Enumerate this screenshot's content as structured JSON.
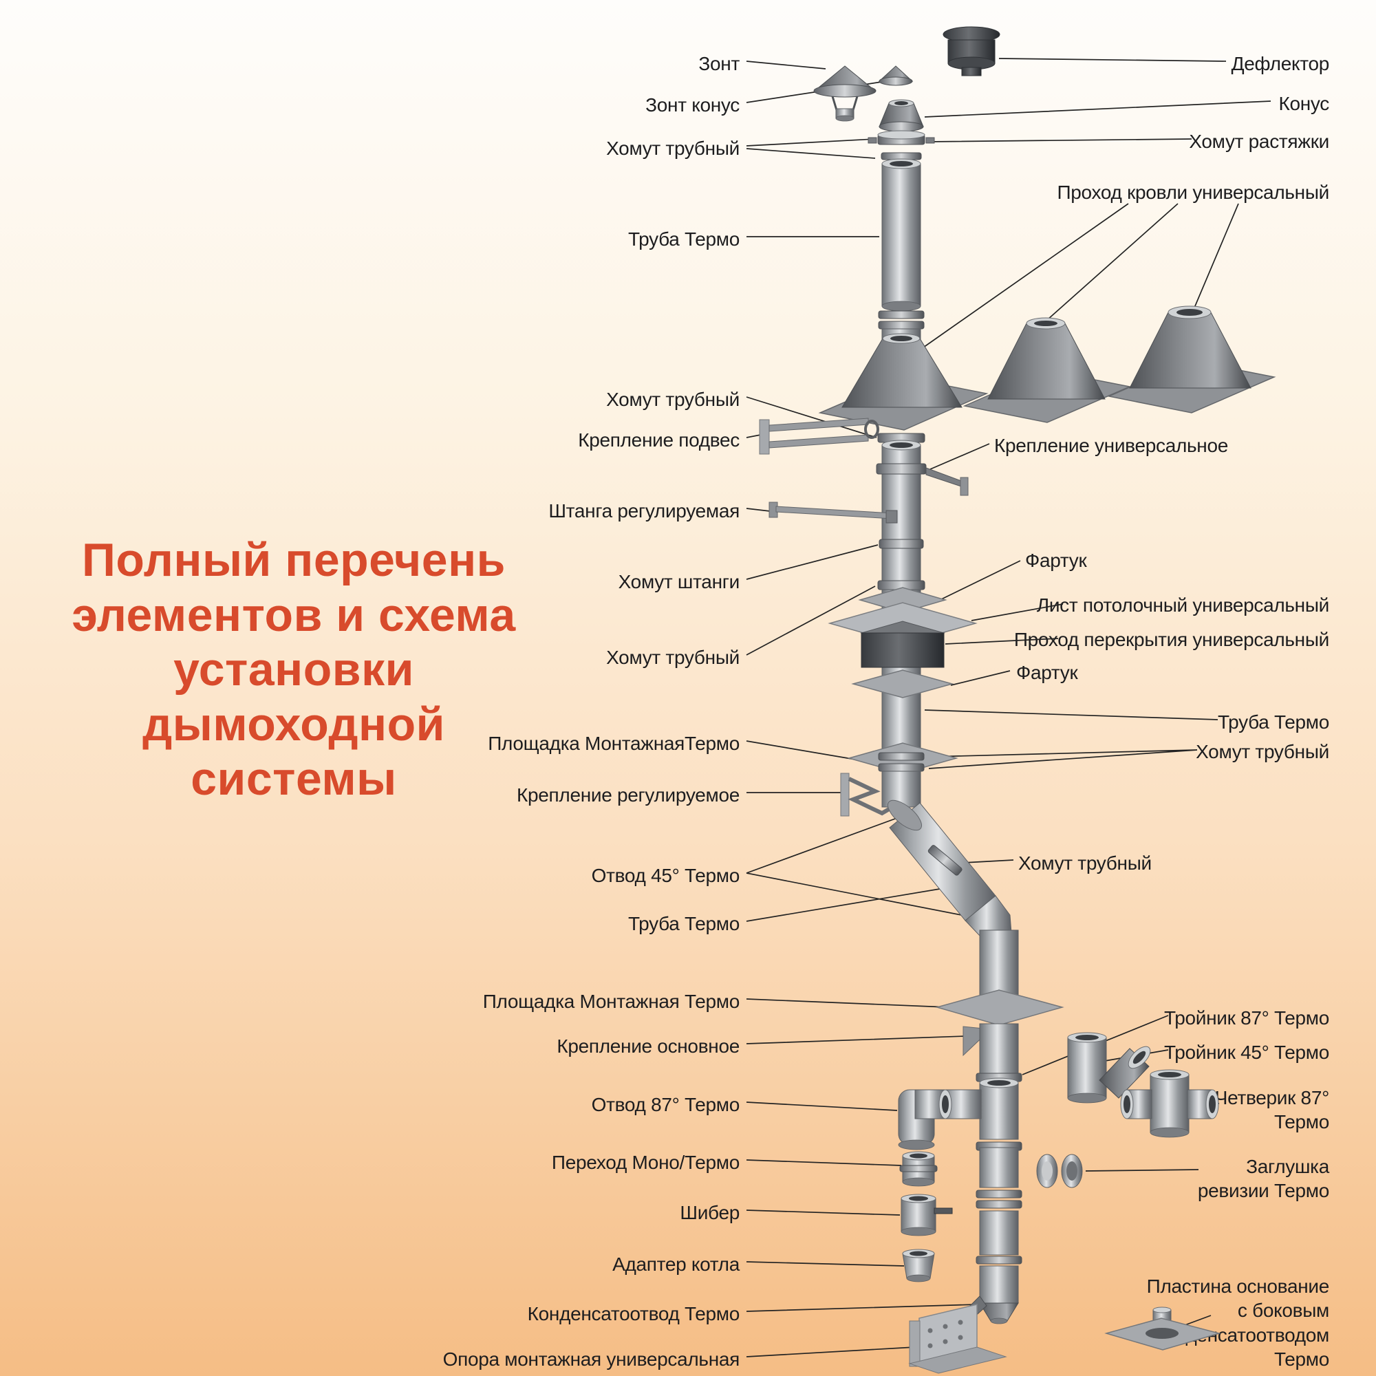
{
  "title": {
    "text": "Полный перечень\nэлементов и схема\nустановки\nдымоходной\nсистемы"
  },
  "colors": {
    "title": "#d84b2c",
    "label_text": "#1d1d1f",
    "background_top": "#fefdfb",
    "background_bottom": "#f5bd85",
    "metal_light": "#e3e5e7",
    "metal_mid": "#979a9e",
    "metal_dark": "#36393d",
    "leader_line": "#232323"
  },
  "labels": {
    "left": [
      {
        "text": "Зонт"
      },
      {
        "text": "Зонт конус"
      },
      {
        "text": "Хомут трубный"
      },
      {
        "text": "Труба Термо"
      },
      {
        "text": "Хомут трубный"
      },
      {
        "text": "Крепление подвес"
      },
      {
        "text": "Штанга регулируемая"
      },
      {
        "text": "Хомут штанги"
      },
      {
        "text": "Хомут трубный"
      },
      {
        "text": "Площадка МонтажнаяТермо"
      },
      {
        "text": "Крепление регулируемое"
      },
      {
        "text": "Отвод 45° Термо"
      },
      {
        "text": "Труба Термо"
      },
      {
        "text": "Площадка Монтажная Термо"
      },
      {
        "text": "Крепление основное"
      },
      {
        "text": "Отвод 87° Термо"
      },
      {
        "text": "Переход Моно/Термо"
      },
      {
        "text": "Шибер"
      },
      {
        "text": "Адаптер котла"
      },
      {
        "text": "Конденсатоотвод Термо"
      },
      {
        "text": "Опора монтажная универсальная"
      }
    ],
    "right": [
      {
        "text": "Дефлектор"
      },
      {
        "text": "Конус"
      },
      {
        "text": "Хомут растяжки"
      },
      {
        "text": "Проход кровли универсальный"
      },
      {
        "text": "Крепление универсальное"
      },
      {
        "text": "Фартук"
      },
      {
        "text": "Лист потолочный универсальный"
      },
      {
        "text": "Проход перекрытия универсальный"
      },
      {
        "text": "Фартук"
      },
      {
        "text": "Труба Термо"
      },
      {
        "text": "Хомут трубный"
      },
      {
        "text": "Хомут трубный"
      },
      {
        "text": "Тройник 87° Термо"
      },
      {
        "text": "Тройник 45° Термо"
      },
      {
        "text": "Четверик 87°\nТермо"
      },
      {
        "text": "Заглушка\nревизии Термо"
      },
      {
        "text": "Пластина основание\nс боковым\nконденсатоотводом\nТермо"
      }
    ]
  }
}
